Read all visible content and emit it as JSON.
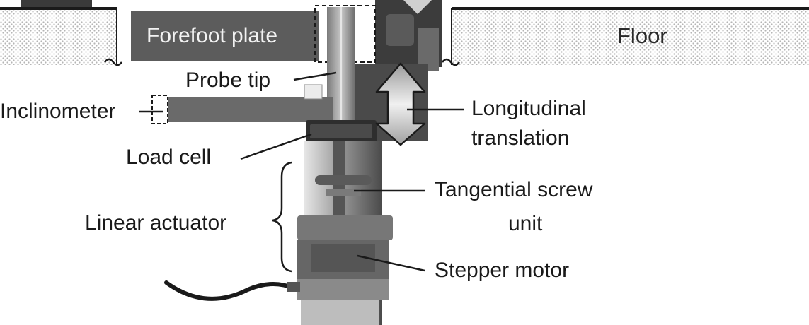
{
  "labels": {
    "forefoot_plate": "Forefoot plate",
    "floor": "Floor",
    "probe_tip": "Probe tip",
    "inclinometer": "Inclinometer",
    "longitudinal_translation_line1": "Longitudinal",
    "longitudinal_translation_line2": "translation",
    "load_cell": "Load cell",
    "tangential_screw_line1": "Tangential screw",
    "tangential_screw_line2": "unit",
    "linear_actuator": "Linear actuator",
    "stepper_motor": "Stepper motor"
  }
}
